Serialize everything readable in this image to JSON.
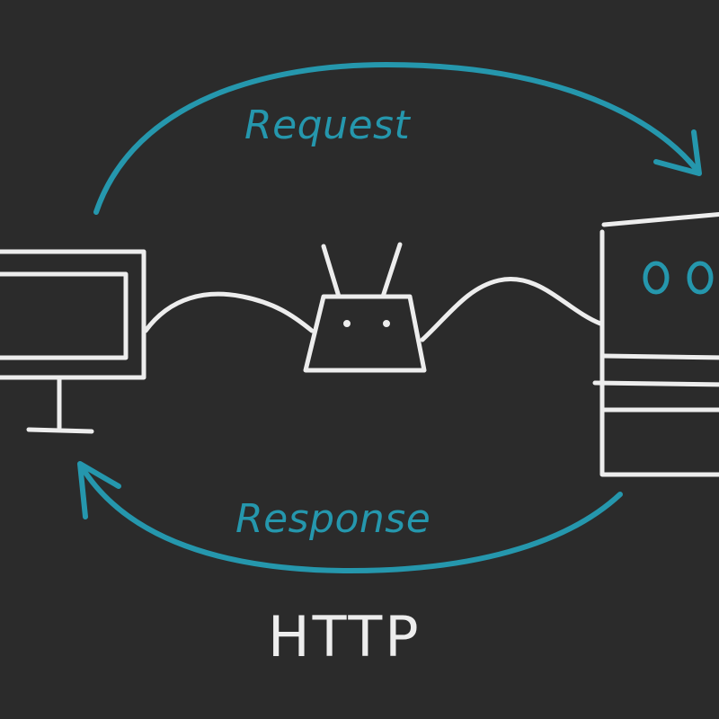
{
  "labels": {
    "request": "Request",
    "response": "Response",
    "protocol": "HTTP"
  },
  "colors": {
    "background": "#2b2b2b",
    "accent": "#2597ad",
    "stroke": "#ededed"
  },
  "icons": {
    "client": "desktop-monitor-icon",
    "network": "router-icon",
    "server": "server-tower-icon"
  }
}
